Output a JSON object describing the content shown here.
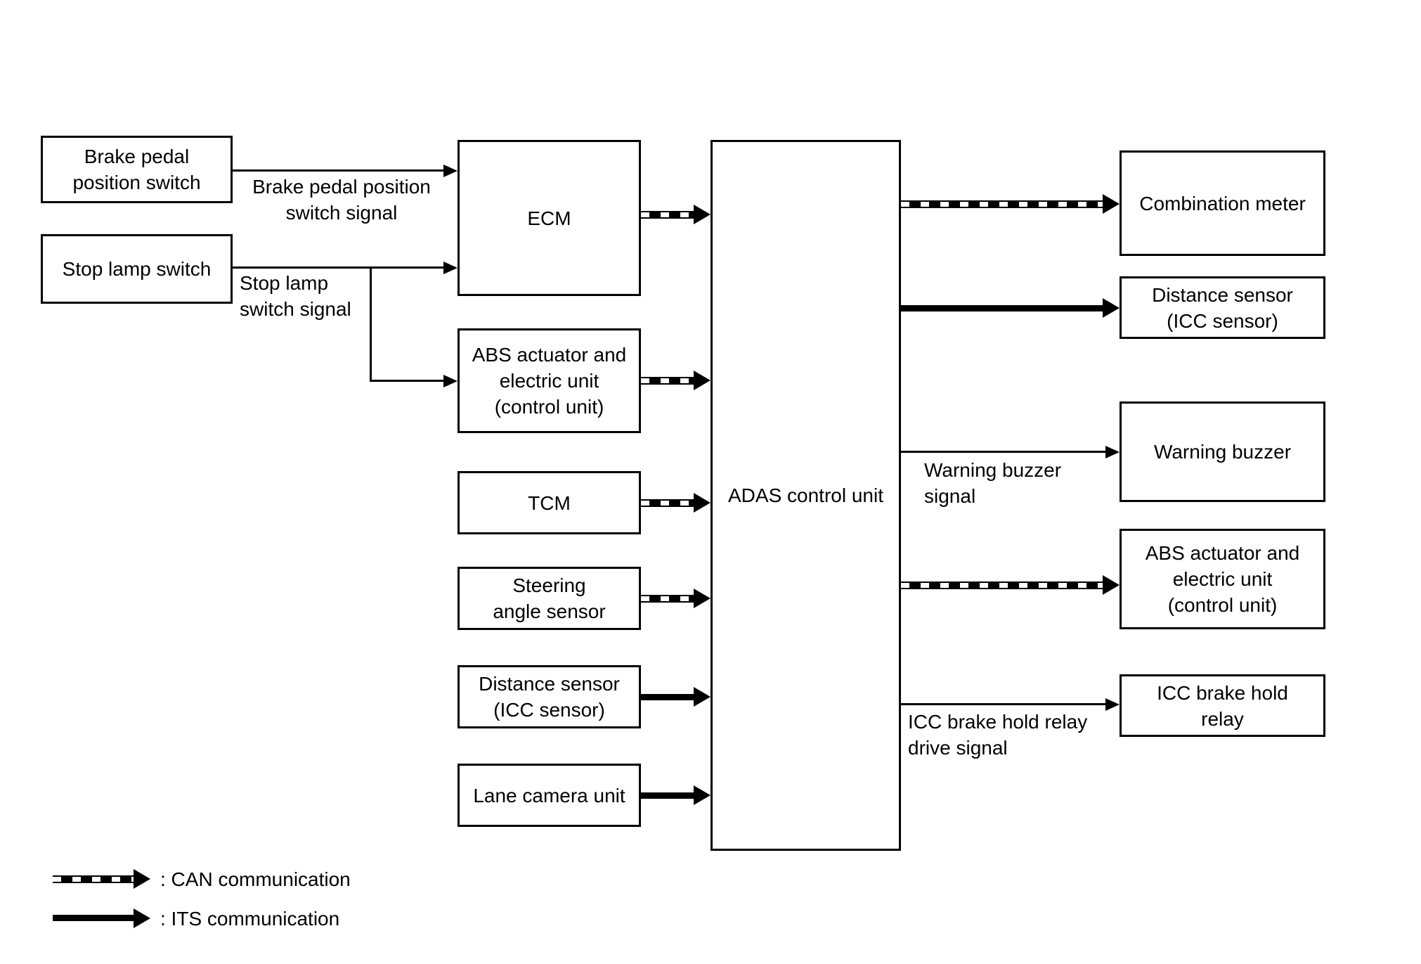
{
  "colors": {
    "background": "#ffffff",
    "ink": "#000000"
  },
  "boxes": {
    "brake_pedal_position_switch": {
      "lines": [
        "Brake pedal",
        "position switch"
      ]
    },
    "stop_lamp_switch": {
      "lines": [
        "Stop lamp switch"
      ]
    },
    "ecm": {
      "lines": [
        "ECM"
      ]
    },
    "abs_actuator_left": {
      "lines": [
        "ABS actuator and",
        "electric unit",
        "(control unit)"
      ]
    },
    "tcm": {
      "lines": [
        "TCM"
      ]
    },
    "steering_angle_sensor": {
      "lines": [
        "Steering",
        "angle sensor"
      ]
    },
    "distance_sensor_left": {
      "lines": [
        "Distance sensor",
        "(ICC sensor)"
      ]
    },
    "lane_camera_unit": {
      "lines": [
        "Lane camera unit"
      ]
    },
    "adas_control_unit": {
      "lines": [
        "ADAS control unit"
      ]
    },
    "combination_meter": {
      "lines": [
        "Combination meter"
      ]
    },
    "distance_sensor_right": {
      "lines": [
        "Distance sensor",
        "(ICC sensor)"
      ]
    },
    "warning_buzzer": {
      "lines": [
        "Warning buzzer"
      ]
    },
    "abs_actuator_right": {
      "lines": [
        "ABS actuator and",
        "electric unit",
        "(control unit)"
      ]
    },
    "icc_brake_hold_relay": {
      "lines": [
        "ICC brake hold",
        "relay"
      ]
    }
  },
  "edge_labels": {
    "brake_pedal_signal": {
      "lines": [
        "Brake pedal position",
        "switch signal"
      ]
    },
    "stop_lamp_signal": {
      "lines": [
        "Stop lamp",
        "switch signal"
      ]
    },
    "warning_buzzer_signal": {
      "lines": [
        "Warning buzzer",
        "signal"
      ]
    },
    "icc_brake_hold_relay_signal": {
      "lines": [
        "ICC brake hold relay",
        "drive signal"
      ]
    }
  },
  "edges": [
    {
      "from": "brake_pedal_position_switch",
      "to": "ecm",
      "type": "plain-signal"
    },
    {
      "from": "stop_lamp_switch",
      "to": "ecm",
      "type": "plain-signal"
    },
    {
      "from": "stop_lamp_switch",
      "to": "abs_actuator_left",
      "type": "plain-signal"
    },
    {
      "from": "ecm",
      "to": "adas_control_unit",
      "type": "CAN"
    },
    {
      "from": "abs_actuator_left",
      "to": "adas_control_unit",
      "type": "CAN"
    },
    {
      "from": "tcm",
      "to": "adas_control_unit",
      "type": "CAN"
    },
    {
      "from": "steering_angle_sensor",
      "to": "adas_control_unit",
      "type": "CAN"
    },
    {
      "from": "distance_sensor_left",
      "to": "adas_control_unit",
      "type": "ITS"
    },
    {
      "from": "lane_camera_unit",
      "to": "adas_control_unit",
      "type": "ITS"
    },
    {
      "from": "adas_control_unit",
      "to": "combination_meter",
      "type": "CAN"
    },
    {
      "from": "adas_control_unit",
      "to": "distance_sensor_right",
      "type": "ITS"
    },
    {
      "from": "adas_control_unit",
      "to": "warning_buzzer",
      "type": "plain-signal"
    },
    {
      "from": "adas_control_unit",
      "to": "abs_actuator_right",
      "type": "CAN"
    },
    {
      "from": "adas_control_unit",
      "to": "icc_brake_hold_relay",
      "type": "plain-signal"
    }
  ],
  "legend": {
    "can": {
      "label": ": CAN communication",
      "style": "dashed-thick-arrow"
    },
    "its": {
      "label": ": ITS communication",
      "style": "solid-thick-arrow"
    }
  }
}
